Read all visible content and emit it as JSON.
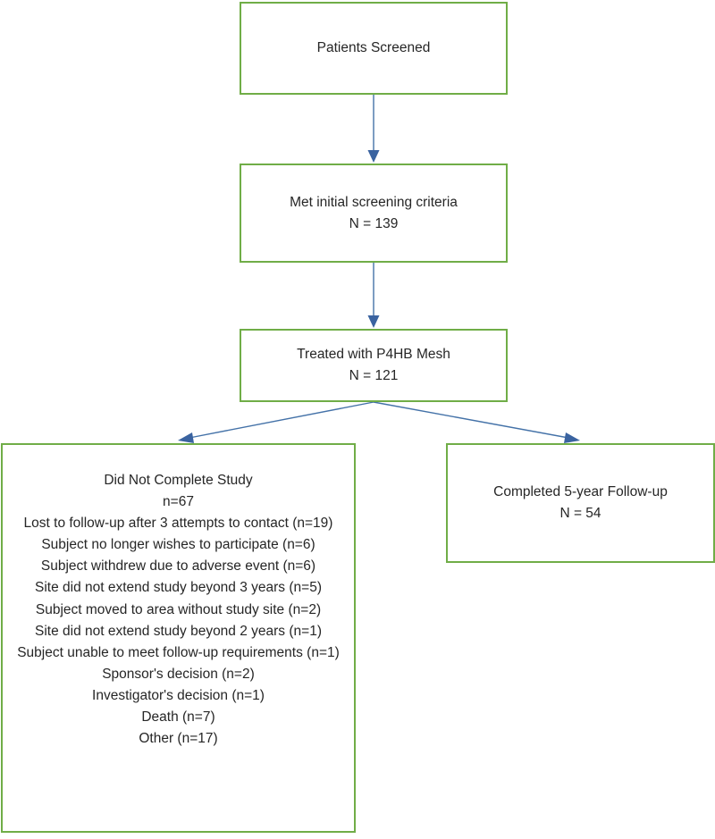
{
  "diagram": {
    "type": "flowchart",
    "title": "Patient disposition flow diagram",
    "colors": {
      "box_border": "#70AD47",
      "box_fill": "#FFFFFF",
      "arrow": "#4472A8",
      "text": "#262626",
      "background": "#FFFFFF"
    },
    "nodes": [
      {
        "id": "screened",
        "name": "patients-screened-box",
        "text": "Patients Screened"
      },
      {
        "id": "met_criteria",
        "name": "met-initial-screening-criteria-box",
        "text": "Met initial screening criteria\nN = 139"
      },
      {
        "id": "treated",
        "name": "treated-with-p4hb-mesh-box",
        "text": "Treated with P4HB Mesh\nN = 121"
      },
      {
        "id": "did_not_complete",
        "name": "did-not-complete-study-box",
        "text": "Did Not Complete Study\nn=67\nLost to follow-up after 3 attempts to contact (n=19)\nSubject no longer wishes to participate (n=6)\nSubject withdrew due to adverse event (n=6)\nSite did not extend study beyond 3 years (n=5)\nSubject moved to area without study site (n=2)\nSite did not extend study beyond 2 years (n=1)\nSubject unable to meet follow-up requirements (n=1)\nSponsor's decision (n=2)\nInvestigator's decision (n=1)\nDeath (n=7)\nOther (n=17)"
      },
      {
        "id": "completed",
        "name": "completed-5-year-follow-up-box",
        "text": "Completed 5-year Follow-up\nN = 54"
      }
    ],
    "edges": [
      {
        "id": "screened-to-met",
        "name": "arrow-screened-to-met-criteria",
        "from": "screened",
        "to": "met_criteria",
        "label": ""
      },
      {
        "id": "met-to-treated",
        "name": "arrow-met-criteria-to-treated",
        "from": "met_criteria",
        "to": "treated",
        "label": ""
      },
      {
        "id": "treated-to-did-not-complete",
        "name": "arrow-treated-to-did-not-complete",
        "from": "treated",
        "to": "did_not_complete",
        "label": ""
      },
      {
        "id": "treated-to-completed",
        "name": "arrow-treated-to-completed",
        "from": "treated",
        "to": "completed",
        "label": ""
      }
    ]
  }
}
